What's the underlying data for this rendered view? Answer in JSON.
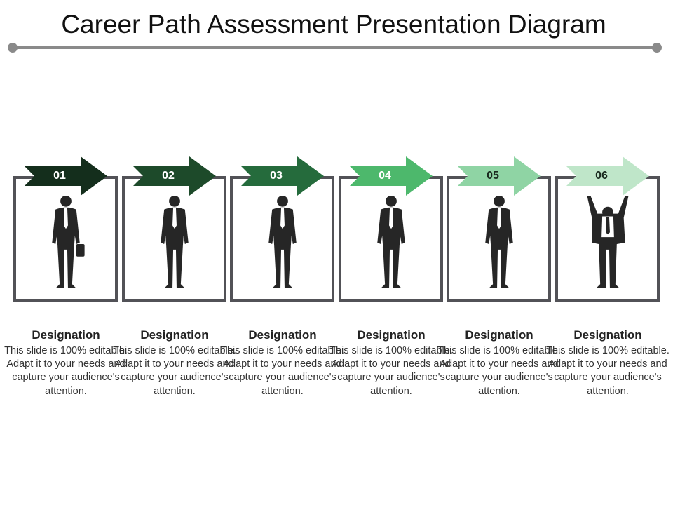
{
  "title": "Career Path Assessment Presentation Diagram",
  "steps": [
    {
      "num": "01",
      "color": "#142e1c",
      "text_color": "#ffffff",
      "heading": "Designation",
      "body": "This slide is 100% editable. Adapt it to your needs and capture your audience's attention.",
      "figure": "briefcase-businessman-icon"
    },
    {
      "num": "02",
      "color": "#1d4a2a",
      "text_color": "#ffffff",
      "heading": "Designation",
      "body": "This slide is 100% editable. Adapt it to your needs and capture your audience's attention.",
      "figure": "arms-crossed-businessman-icon"
    },
    {
      "num": "03",
      "color": "#256b3c",
      "text_color": "#ffffff",
      "heading": "Designation",
      "body": "This slide is 100% editable. Adapt it to your needs and capture your audience's attention.",
      "figure": "hands-in-pockets-businessman-icon"
    },
    {
      "num": "04",
      "color": "#4db86c",
      "text_color": "#ffffff",
      "heading": "Designation",
      "body": "This slide is 100% editable. Adapt it to your needs and capture your audience's attention.",
      "figure": "phone-call-businessman-icon"
    },
    {
      "num": "05",
      "color": "#8fd4a4",
      "text_color": "#1a2a1f",
      "heading": "Designation",
      "body": "This slide is 100% editable. Adapt it to your needs and capture your audience's attention.",
      "figure": "standing-businessman-icon"
    },
    {
      "num": "06",
      "color": "#bfe6c9",
      "text_color": "#1a2a1f",
      "heading": "Designation",
      "body": "This slide is 100% editable. Adapt it to your needs and capture your audience's attention.",
      "figure": "celebrating-businessman-icon"
    }
  ]
}
